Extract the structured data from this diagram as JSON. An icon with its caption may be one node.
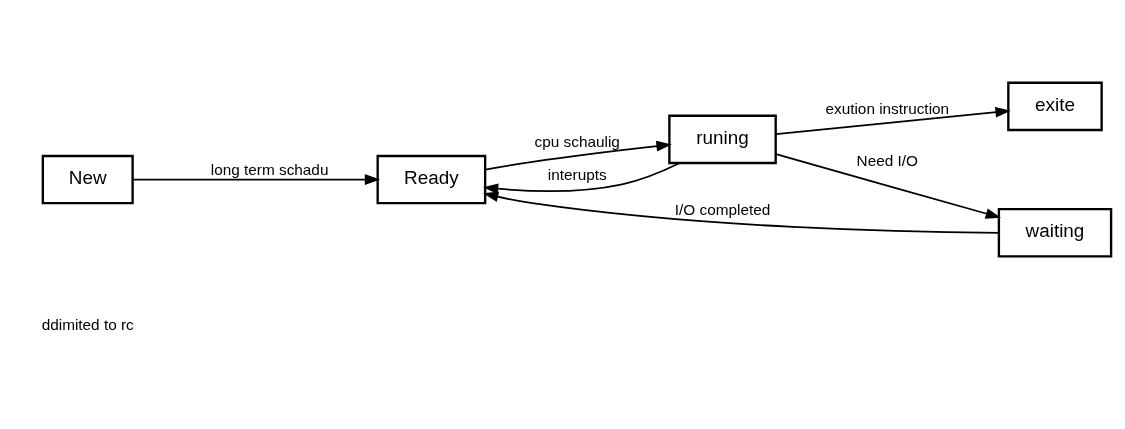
{
  "diagram": {
    "nodes": [
      {
        "text": [
          "New"
        ]
      },
      {
        "text": [
          "Ready"
        ]
      },
      {
        "text": [
          "runing"
        ]
      },
      {
        "text": [
          "exite"
        ]
      },
      {
        "text": [
          "waiting"
        ]
      }
    ],
    "edges": [
      {
        "from": 0,
        "to": 1,
        "arrow": "to",
        "label": "long term schadu"
      },
      {
        "from": 1,
        "to": 2,
        "arrow": "to",
        "label": "cpu schaulig"
      },
      {
        "from": 2,
        "to": 1,
        "arrow": "to",
        "label": "interupts"
      },
      {
        "from": 2,
        "to": 3,
        "arrow": "to",
        "label": "exution instruction"
      },
      {
        "from": 2,
        "to": 4,
        "arrow": "to",
        "label": "Need I/O"
      },
      {
        "from": 4,
        "to": 1,
        "arrow": "to",
        "label": "I/O completed"
      }
    ],
    "labels": [
      "ddimited to rc"
    ]
  }
}
